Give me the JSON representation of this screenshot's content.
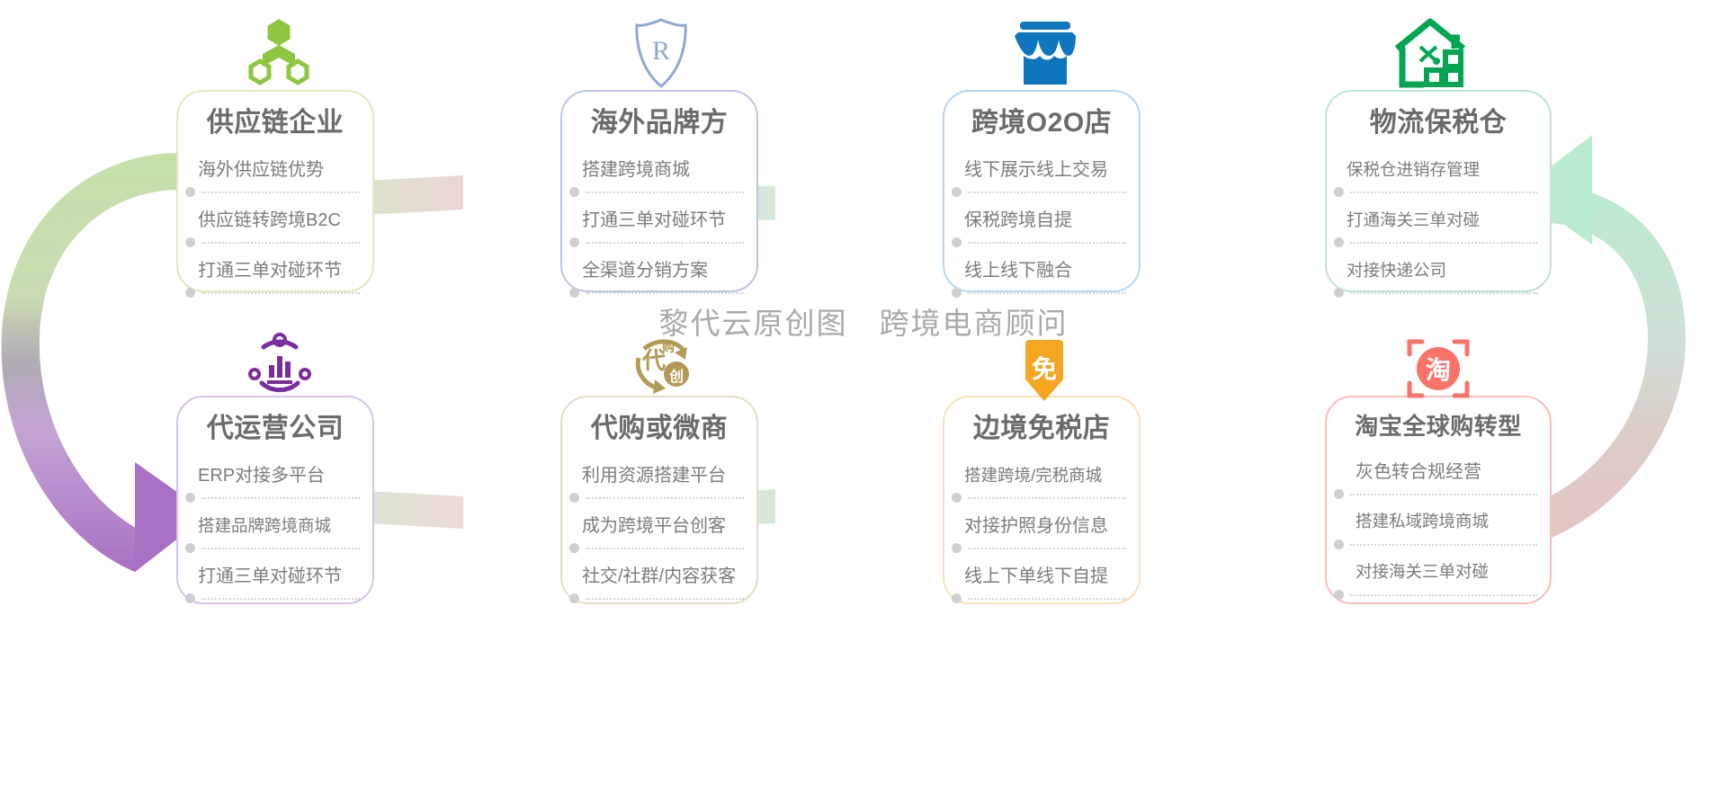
{
  "watermark": "黎代云原创图　跨境电商顾问",
  "cards": [
    {
      "id": "supply-chain-enterprise",
      "title": "供应链企业",
      "icon": "supply-chain-node-icon",
      "accent": "#8dc63f",
      "border": "#d8ecc0",
      "rows": [
        "海外供应链优势",
        "供应链转跨境B2C",
        "打通三单对碰环节"
      ]
    },
    {
      "id": "overseas-brand",
      "title": "海外品牌方",
      "icon": "registered-shield-icon",
      "accent": "#8fa8cf",
      "border": "#b9c7e0",
      "rows": [
        "搭建跨境商城",
        "打通三单对碰环节",
        "全渠道分销方案"
      ]
    },
    {
      "id": "cross-border-o2o-store",
      "title": "跨境O2O店",
      "icon": "storefront-icon",
      "accent": "#0d76bd",
      "border": "#b6d7ee",
      "rows": [
        "线下展示线上交易",
        "保税跨境自提",
        "线上线下融合"
      ]
    },
    {
      "id": "logistics-bonded-warehouse",
      "title": "物流保税仓",
      "icon": "warehouse-boxes-icon",
      "accent": "#00a651",
      "border": "#bfe5cd",
      "rows": [
        "保税仓进销存管理",
        "打通海关三单对碰",
        "对接快递公司"
      ]
    },
    {
      "id": "agency-operation-company",
      "title": "代运营公司",
      "icon": "analytics-chart-icon",
      "accent": "#7b2d9e",
      "border": "#d8c1e8",
      "rows": [
        "ERP对接多平台",
        "搭建品牌跨境商城",
        "打通三单对碰环节"
      ]
    },
    {
      "id": "daigou-weishang",
      "title": "代购或微商",
      "icon": "daigou-cycle-icon",
      "accent": "#b39game",
      "border": "#e6ddc4",
      "rows": [
        "利用资源搭建平台",
        "成为跨境平台创客",
        "社交/社群/内容获客"
      ]
    },
    {
      "id": "border-duty-free-store",
      "title": "边境免税店",
      "icon": "duty-free-shield-icon",
      "accent": "#f5a623",
      "border": "#f6e2b4",
      "rows": [
        "搭建跨境/完税商城",
        "对接护照身份信息",
        "线上下单线下自提"
      ]
    },
    {
      "id": "taobao-global-transform",
      "title": "淘宝全球购转型",
      "icon": "taobao-scan-icon",
      "accent": "#fa7268",
      "border": "#f9bdb8",
      "rows": [
        "灰色转合规经营",
        "搭建私域跨境商城",
        "对接海关三单对碰"
      ]
    }
  ],
  "icon_glyphs": {
    "registered-shield-icon": "R",
    "duty-free-shield-icon": "免",
    "taobao-scan-icon": "淘",
    "daigou-cycle-icon-left": "代",
    "daigou-cycle-icon-top": "购",
    "daigou-cycle-icon-center": "创"
  },
  "flow": {
    "left_arrow": "left-loop-arrow",
    "right_arrow": "right-loop-arrow",
    "left_arrow_direction": "down-right",
    "right_arrow_direction": "up-left"
  },
  "colors": {
    "green": "#8dc63f",
    "blue": "#0d76bd",
    "purple": "#7b2d9e",
    "orange": "#f5a623",
    "pink": "#fa7268",
    "text_title": "#6b6b6b",
    "text_row": "#7c7c7c",
    "watermark": "#a9a9ad"
  }
}
